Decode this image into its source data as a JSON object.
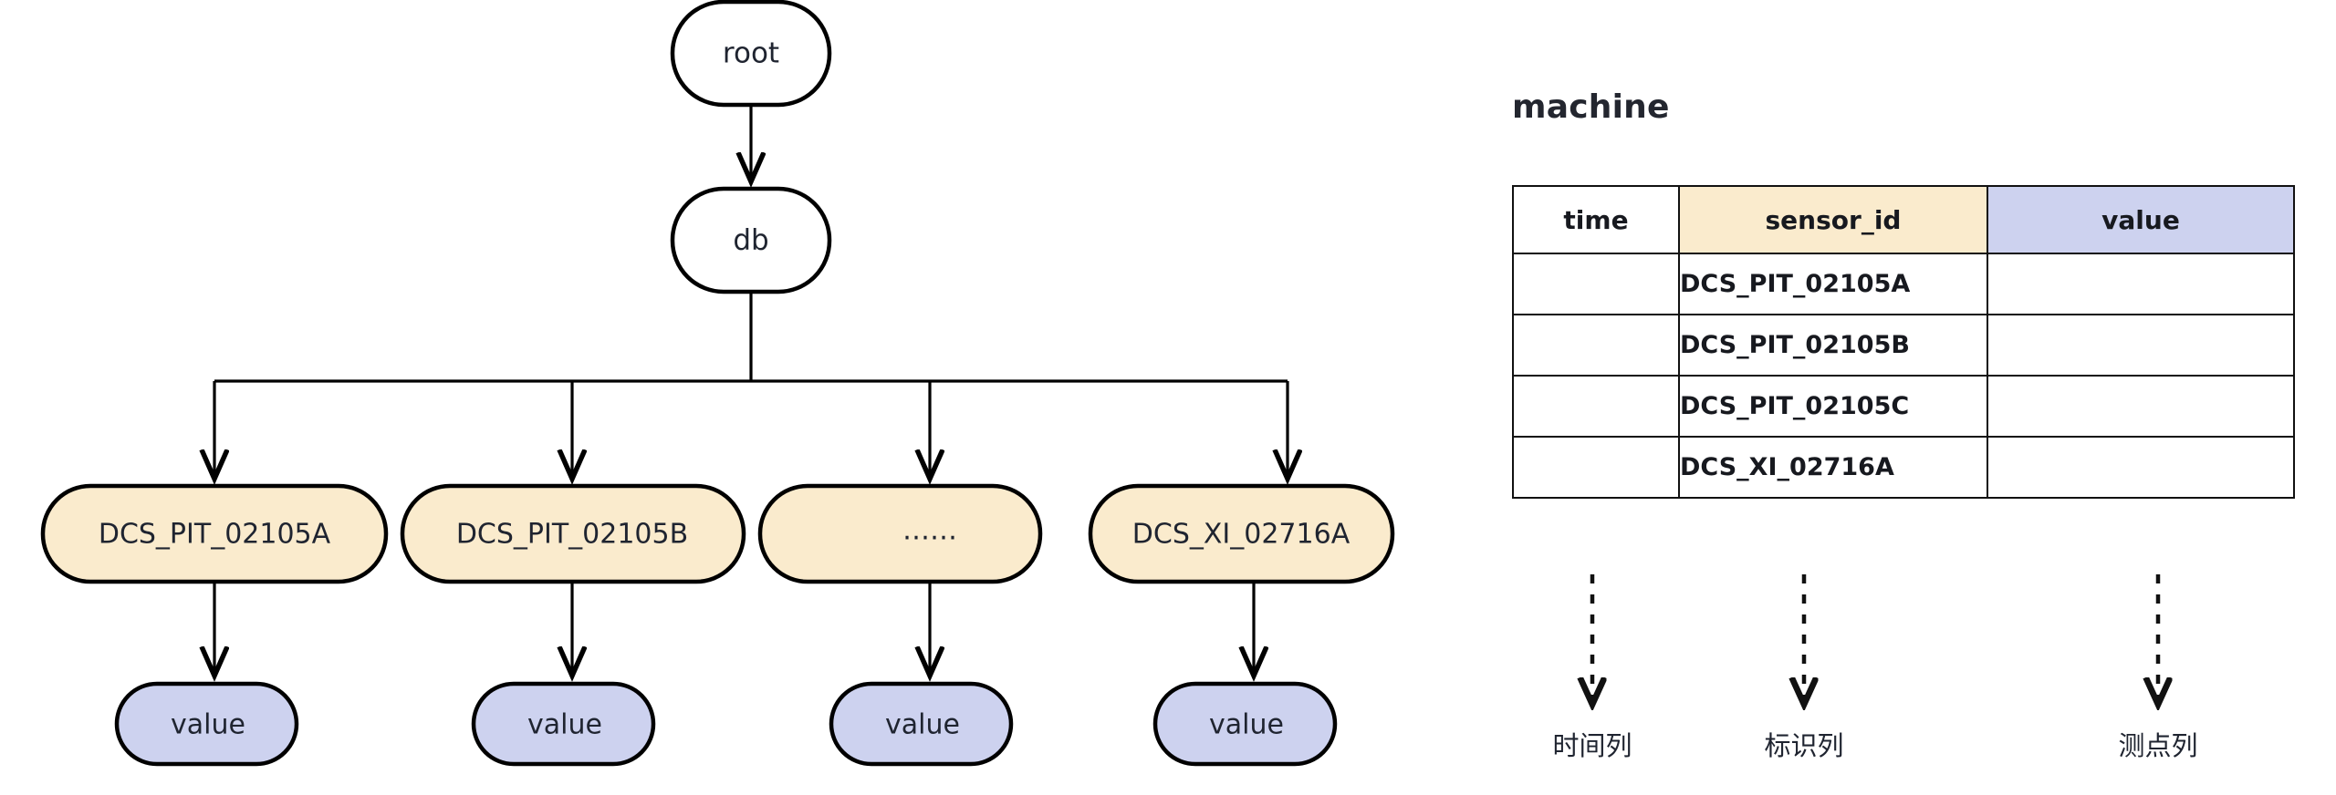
{
  "tree": {
    "root": {
      "label": "root"
    },
    "db": {
      "label": "db"
    },
    "sensors": [
      {
        "label": "DCS_PIT_02105A",
        "child": "value"
      },
      {
        "label": "DCS_PIT_02105B",
        "child": "value"
      },
      {
        "label": "……",
        "child": "value"
      },
      {
        "label": "DCS_XI_02716A",
        "child": "value"
      }
    ]
  },
  "panel": {
    "title": "machine",
    "table": {
      "headers": [
        "time",
        "sensor_id",
        "value"
      ],
      "rows": [
        {
          "time": "",
          "sensor_id": "DCS_PIT_02105A",
          "value": ""
        },
        {
          "time": "",
          "sensor_id": "DCS_PIT_02105B",
          "value": ""
        },
        {
          "time": "",
          "sensor_id": "DCS_PIT_02105C",
          "value": ""
        },
        {
          "time": "",
          "sensor_id": "DCS_XI_02716A",
          "value": ""
        }
      ]
    },
    "annotations": [
      {
        "label": "时间列"
      },
      {
        "label": "标识列"
      },
      {
        "label": "测点列"
      }
    ]
  },
  "colors": {
    "cream": "#faebcd",
    "lavender": "#cdd2ef",
    "outline": "#000000",
    "text": "#1f2430",
    "background": "#ffffff"
  }
}
